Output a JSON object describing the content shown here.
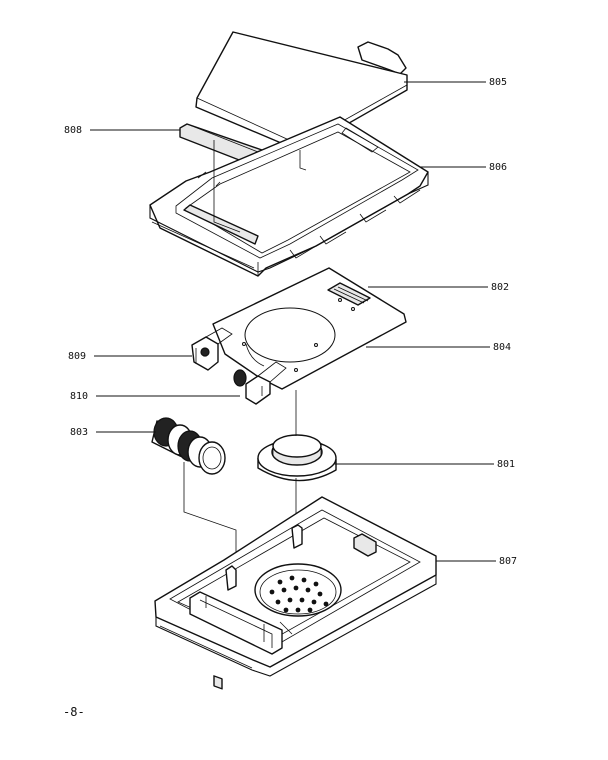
{
  "labels": {
    "l805": "805",
    "l808": "808",
    "l806": "806",
    "l802": "802",
    "l804": "804",
    "l809": "809",
    "l810": "810",
    "l803": "803",
    "l801": "801",
    "l807": "807"
  },
  "page_number": "-8-"
}
